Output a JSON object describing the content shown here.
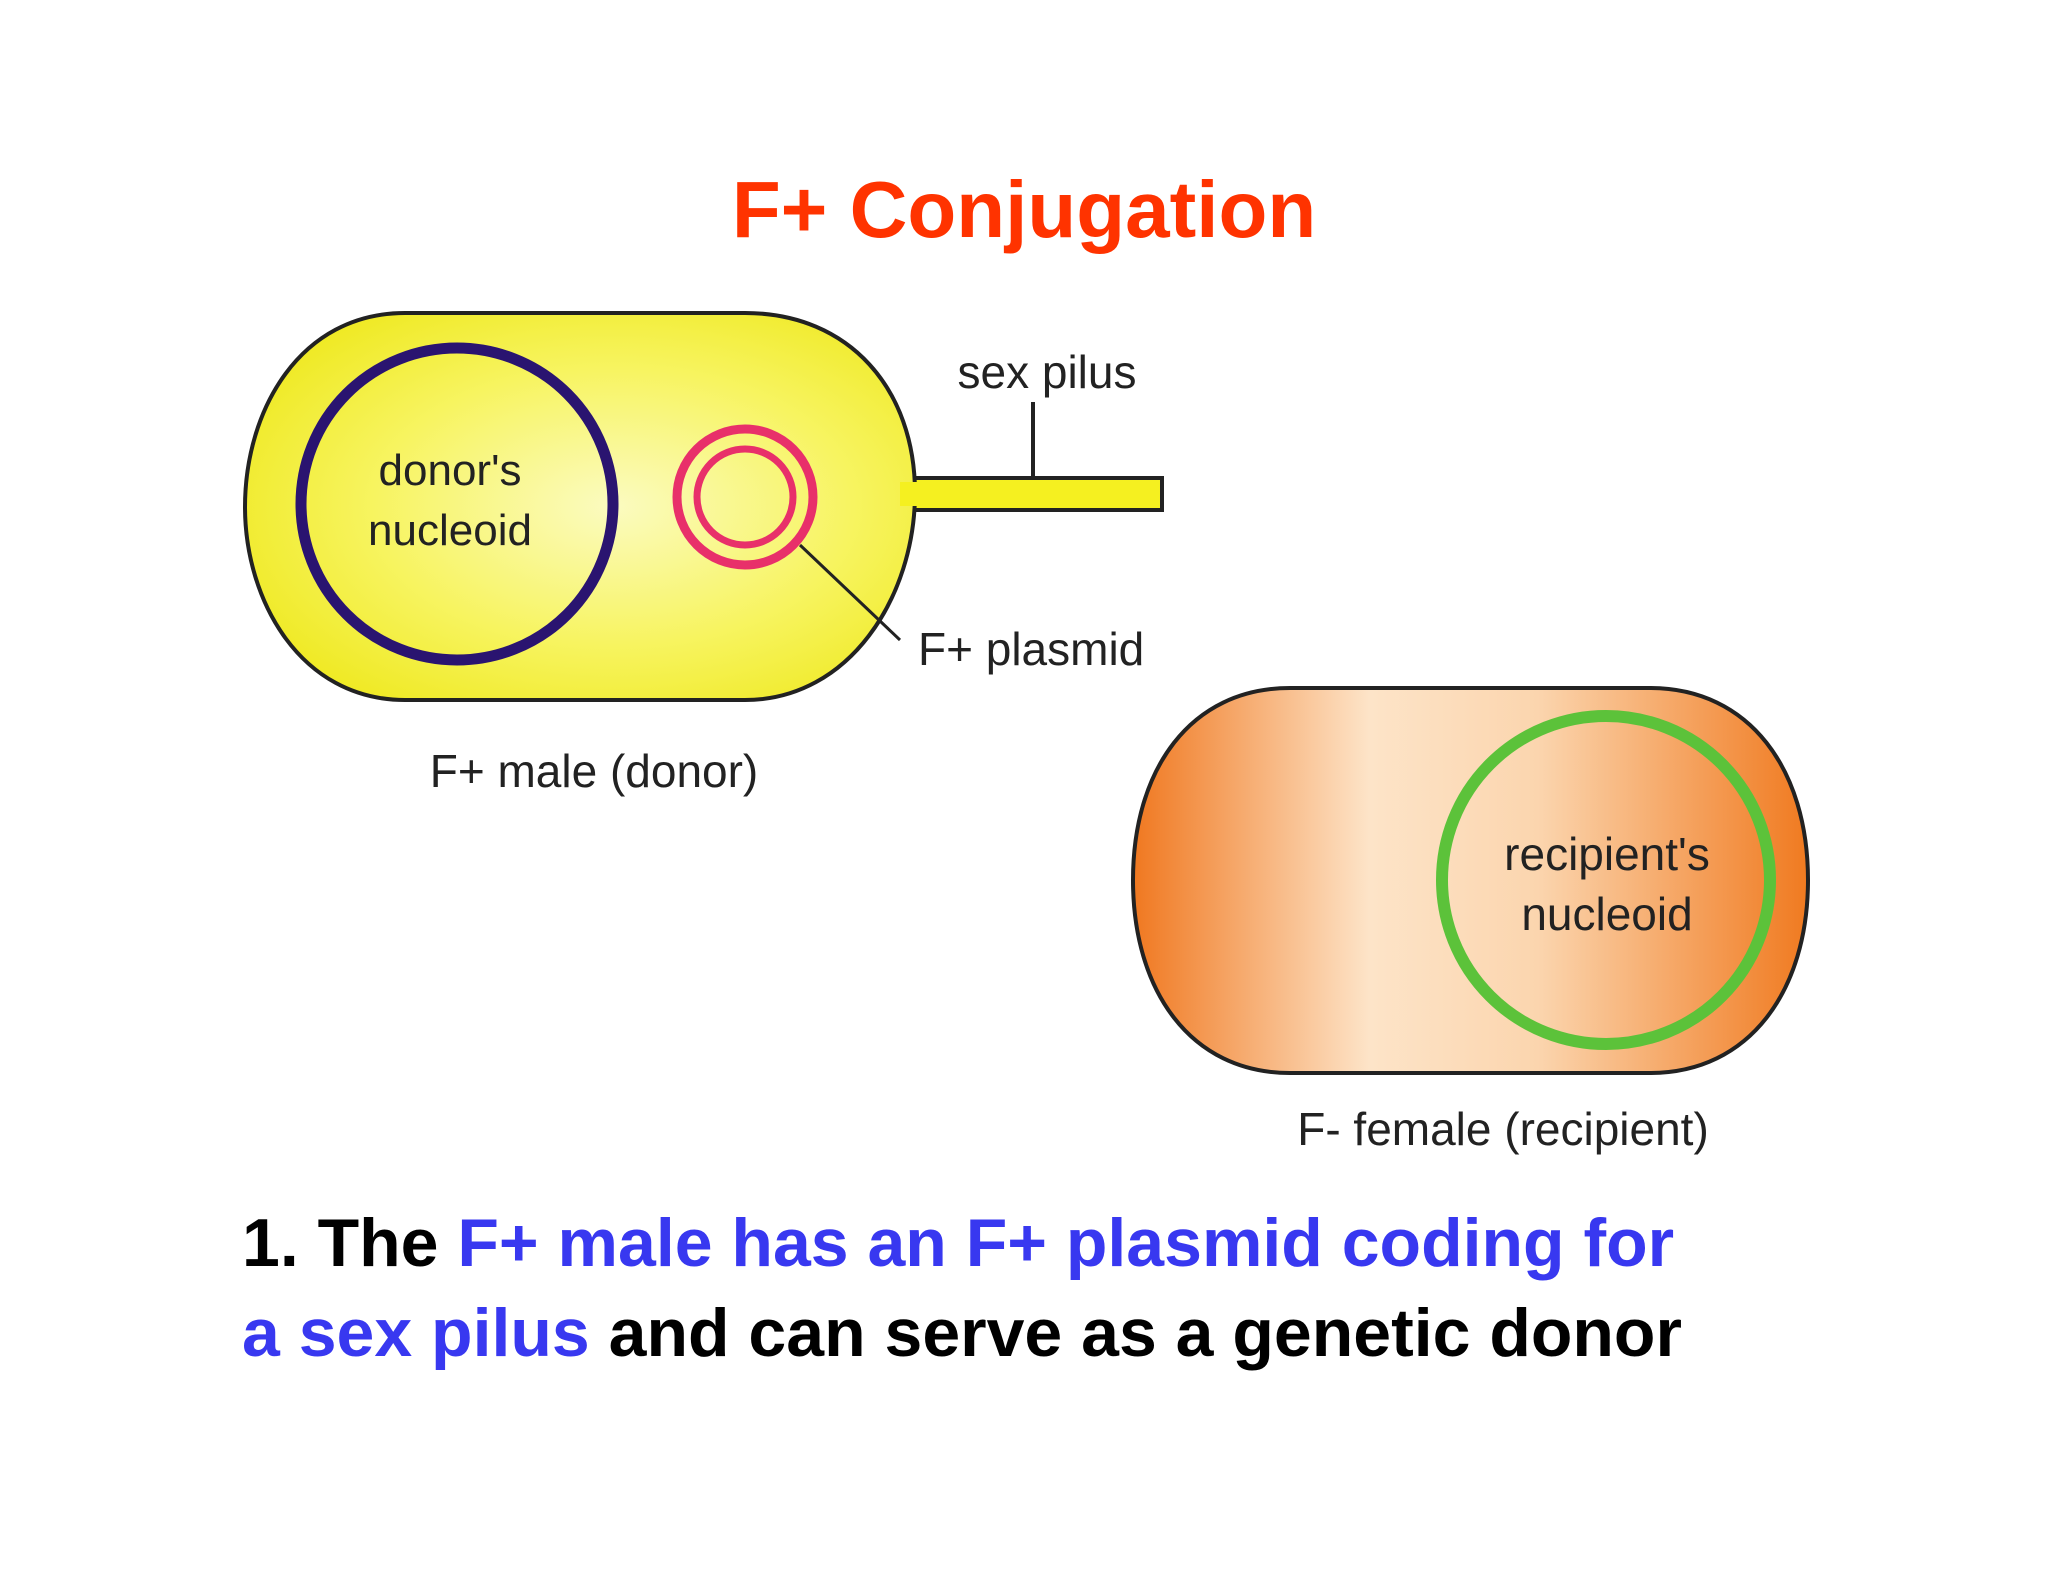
{
  "title": "F+ Conjugation",
  "diagram": {
    "labels": {
      "donor_nucleoid_line1": "donor's",
      "donor_nucleoid_line2": "nucleoid",
      "sex_pilus": "sex pilus",
      "f_plasmid": "F+ plasmid",
      "donor_cell": "F+ male (donor)",
      "recipient_nucleoid_line1": "recipient's",
      "recipient_nucleoid_line2": "nucleoid",
      "recipient_cell": "F- female (recipient)"
    },
    "colors": {
      "donor_cell": "#f5f020",
      "recipient_cell": "#f07a20",
      "donor_nucleoid": "#2a1470",
      "plasmid": "#e8306a",
      "recipient_nucleoid": "#5cc23a",
      "title": "#ff3300",
      "highlight": "#3838f0"
    }
  },
  "caption": {
    "prefix": "1. The ",
    "highlight_1": "F+ male has an F+ plasmid coding for",
    "highlight_2": "a sex pilus",
    "suffix": " and can serve as a genetic donor"
  }
}
